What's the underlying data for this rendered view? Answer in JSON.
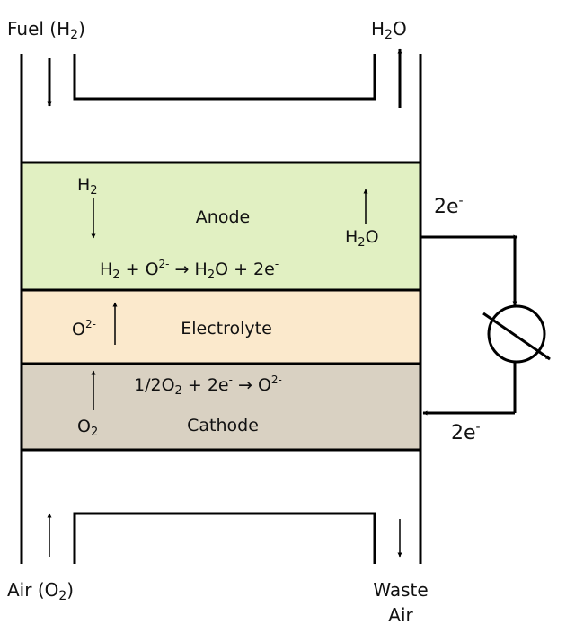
{
  "labels": {
    "fuel_pre": "Fuel (H",
    "fuel_sub": "2",
    "fuel_post": ")",
    "h2o_top_pre": "H",
    "h2o_top_sub": "2",
    "h2o_top_post": "O",
    "air_pre": "Air (O",
    "air_sub": "2",
    "air_post": ")",
    "waste_line1": "Waste",
    "waste_line2": "Air"
  },
  "layers": {
    "anode": {
      "name": "Anode",
      "color": "#e1f0c2",
      "h2_pre": "H",
      "h2_sub": "2",
      "h2o_pre": "H",
      "h2o_sub": "2",
      "h2o_post": "O",
      "eq_h": "H",
      "eq_h_sub": "2",
      "eq_plus1": " + O",
      "eq_o_sup": "2-",
      "eq_arrow": " → H",
      "eq_h2o_sub": "2",
      "eq_o_plus": "O  + 2e",
      "eq_e_sup": "-"
    },
    "electrolyte": {
      "name": "Electrolyte",
      "color": "#fbe9cc",
      "ion_pre": "O",
      "ion_sup": "2-"
    },
    "cathode": {
      "name": "Cathode",
      "color": "#d9d1c2",
      "o2_pre": "O",
      "o2_sub": "2",
      "eq_pre": "1/2O",
      "eq_sub": "2",
      "eq_mid": " + 2e",
      "eq_e_sup": "-",
      "eq_arrow": " → O",
      "eq_o_sup": "2-"
    }
  },
  "circuit": {
    "top_e": "2e",
    "top_e_sup": "-",
    "bottom_e": "2e",
    "bottom_e_sup": "-",
    "load_icon": "variable-resistor-icon"
  }
}
